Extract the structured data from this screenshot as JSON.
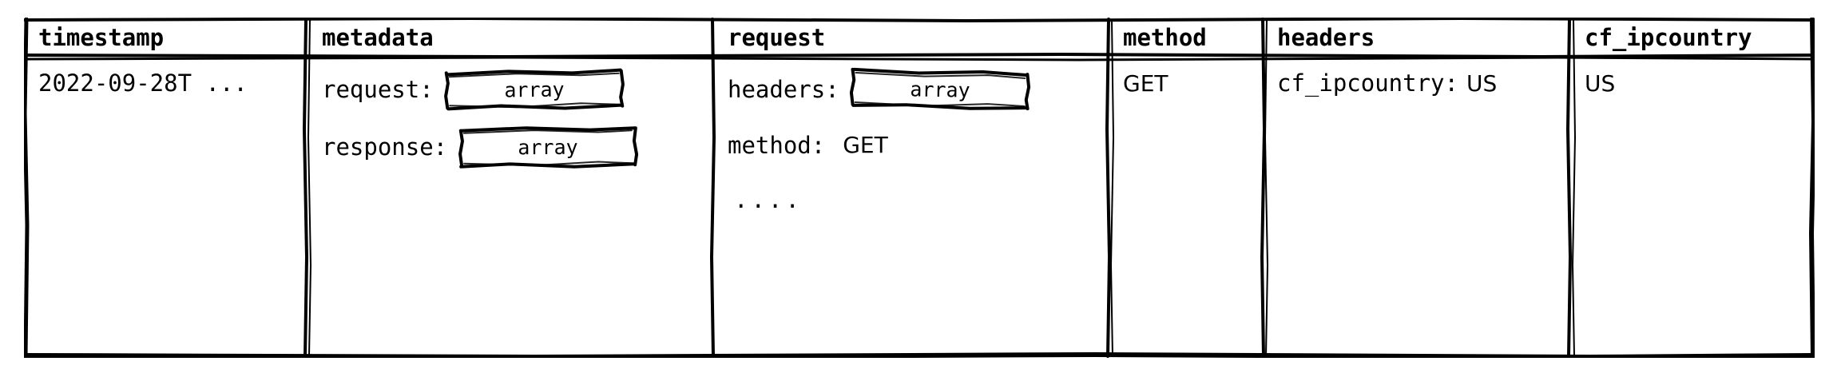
{
  "table": {
    "columns": [
      {
        "key": "timestamp",
        "label": "timestamp"
      },
      {
        "key": "metadata",
        "label": "metadata"
      },
      {
        "key": "request",
        "label": "request"
      },
      {
        "key": "method",
        "label": "method"
      },
      {
        "key": "headers",
        "label": "headers"
      },
      {
        "key": "cf_ipcountry",
        "label": "cf_ipcountry"
      }
    ],
    "row": {
      "timestamp": {
        "value": "2022-09-28T ..."
      },
      "metadata": {
        "fields": [
          {
            "key": "request:",
            "badge": "array"
          },
          {
            "key": "response:",
            "badge": "array"
          }
        ]
      },
      "request": {
        "fields": [
          {
            "key": "headers:",
            "badge": "array"
          },
          {
            "key": "method:",
            "value": "GET"
          }
        ],
        "ellipsis": "...."
      },
      "method": {
        "value": "GET"
      },
      "headers": {
        "key": "cf_ipcountry:",
        "value": "US"
      },
      "cf_ipcountry": {
        "value": "US"
      }
    }
  },
  "style": {
    "stroke": "#000000",
    "background": "#ffffff"
  }
}
